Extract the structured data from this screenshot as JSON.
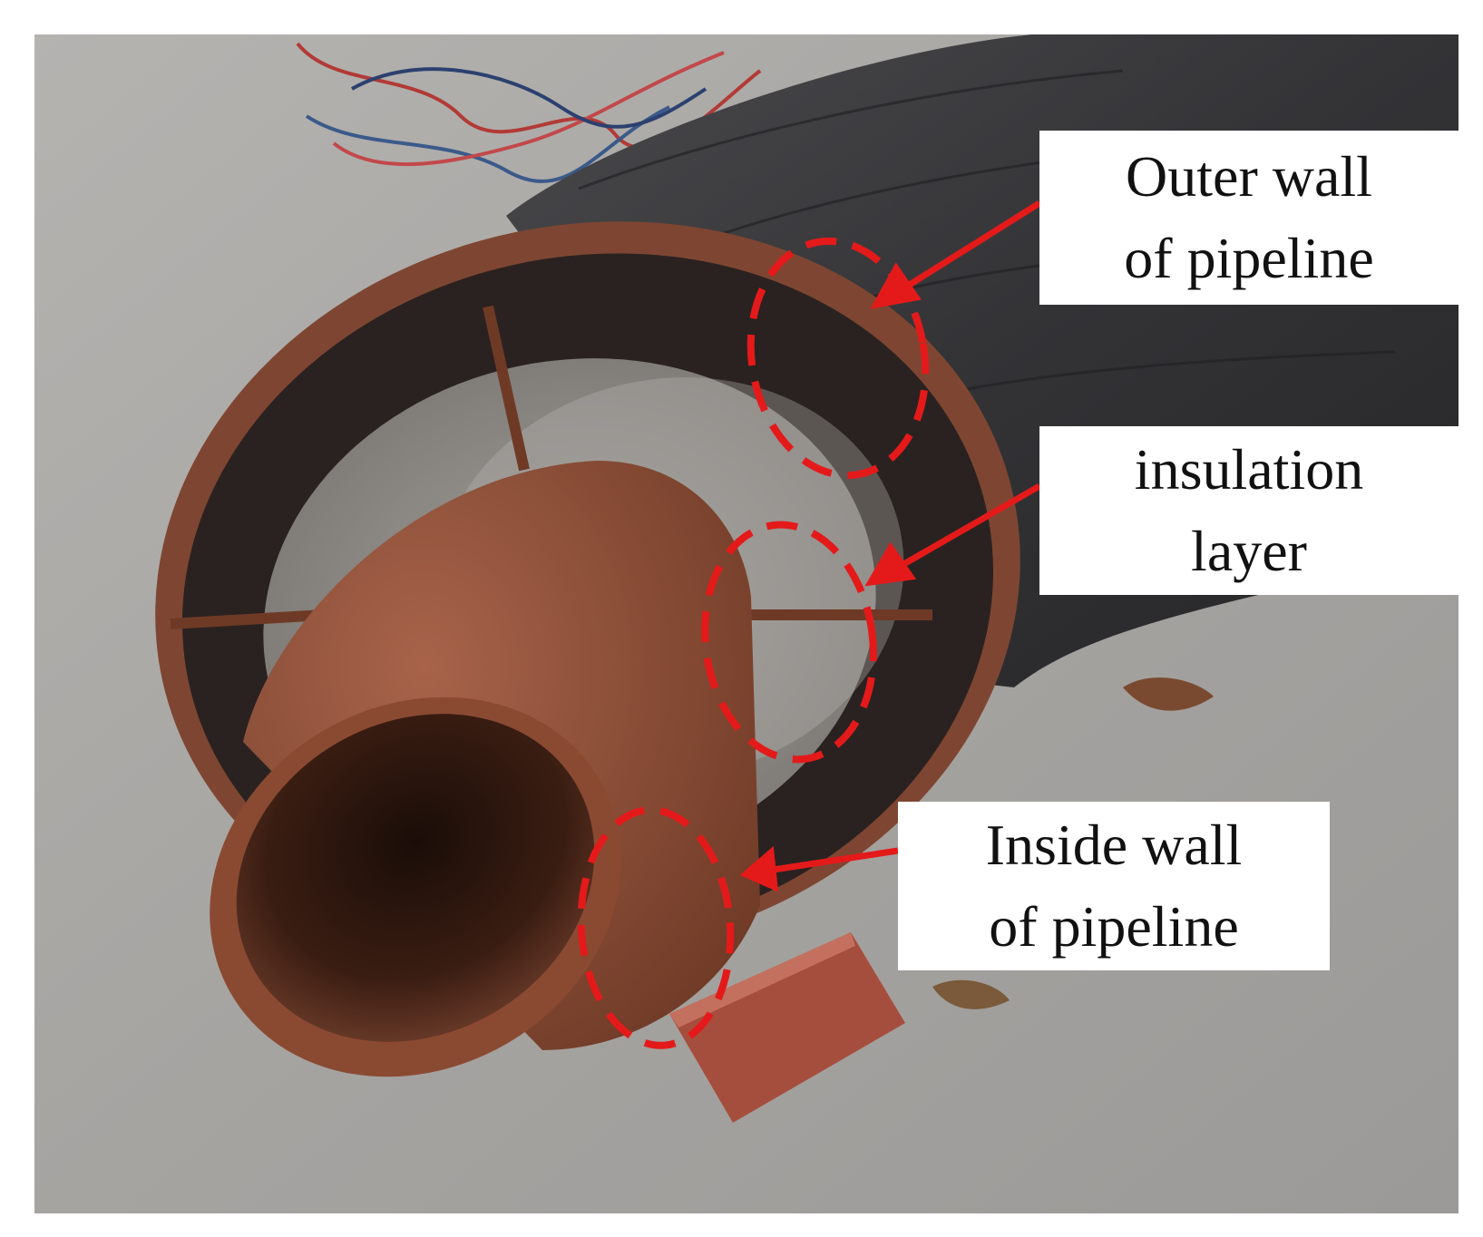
{
  "labels": {
    "outer_wall": {
      "line1": "Outer wall",
      "line2": "of pipeline"
    },
    "insulation": {
      "line1": "insulation",
      "line2": "layer"
    },
    "inside_wall": {
      "line1": "Inside wall",
      "line2": "of pipeline"
    }
  },
  "colors": {
    "annotation": "#e41a1a",
    "ground": "#a8a6a4",
    "outer_jacket": "#3a3a3c",
    "rust": "#8a4a32",
    "insulation": "#8e8a86",
    "label_background": "#ffffff"
  }
}
